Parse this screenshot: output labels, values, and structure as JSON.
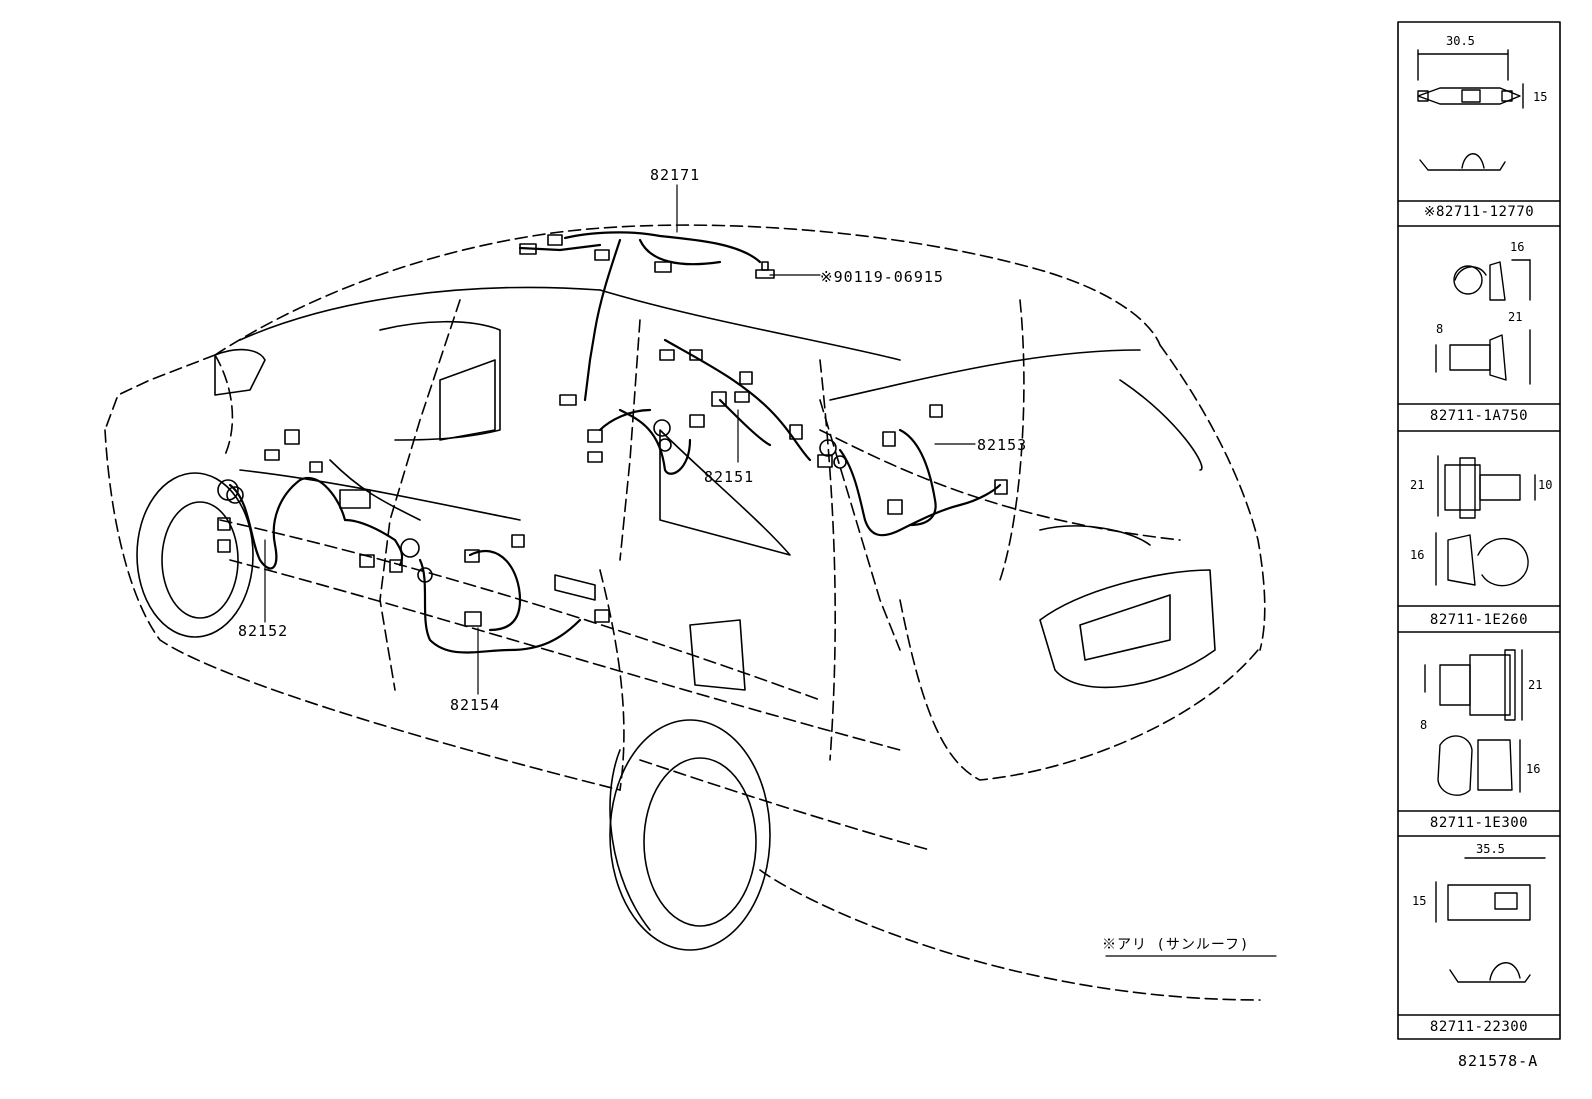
{
  "callouts": {
    "roof": "82171",
    "screw": "※90119-06915",
    "center": "82151",
    "rear": "82153",
    "front_door": "82152",
    "rear_door": "82154"
  },
  "note": "※アリ (サンルーフ)",
  "drawing_id": "821578-A",
  "clips": [
    {
      "part": "※82711-12770",
      "dims": [
        "30.5",
        "15"
      ]
    },
    {
      "part": "82711-1A750",
      "dims": [
        "16",
        "8",
        "21"
      ]
    },
    {
      "part": "82711-1E260",
      "dims": [
        "21",
        "10",
        "16"
      ]
    },
    {
      "part": "82711-1E300",
      "dims": [
        "21",
        "8",
        "16"
      ]
    },
    {
      "part": "82711-22300",
      "dims": [
        "35.5",
        "15"
      ]
    }
  ]
}
